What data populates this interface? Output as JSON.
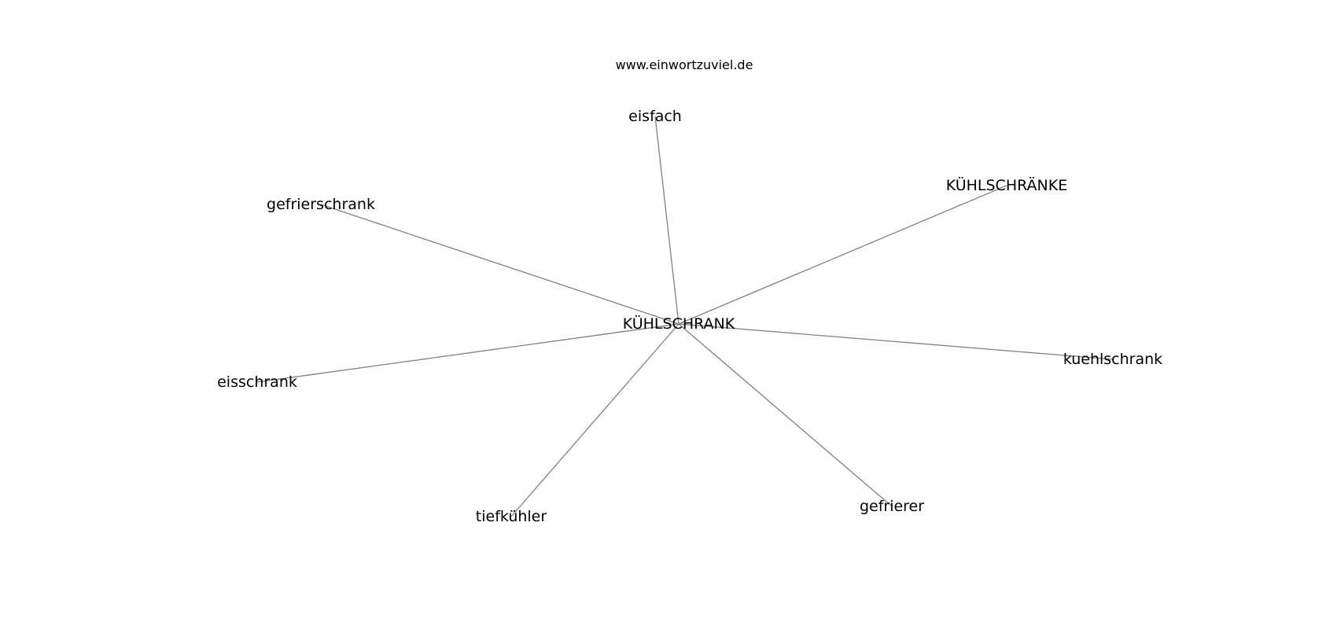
{
  "site": "www.einwortzuviel.de",
  "center": {
    "label": "KÜHLSCHRANK"
  },
  "neighbors": [
    {
      "id": "eisfach",
      "label": "eisfach"
    },
    {
      "id": "kuehlschraenke-upper",
      "label": "KÜHLSCHRÄNKE"
    },
    {
      "id": "gefrierschrank",
      "label": "gefrierschrank"
    },
    {
      "id": "kuehlschrank",
      "label": "kuehlschrank"
    },
    {
      "id": "eisschrank",
      "label": "eisschrank"
    },
    {
      "id": "gefrierer",
      "label": "gefrierer"
    },
    {
      "id": "tiefkuehler",
      "label": "tiefkühler"
    }
  ],
  "colors": {
    "edge": "#808080",
    "text": "#000000",
    "background": "#ffffff"
  }
}
